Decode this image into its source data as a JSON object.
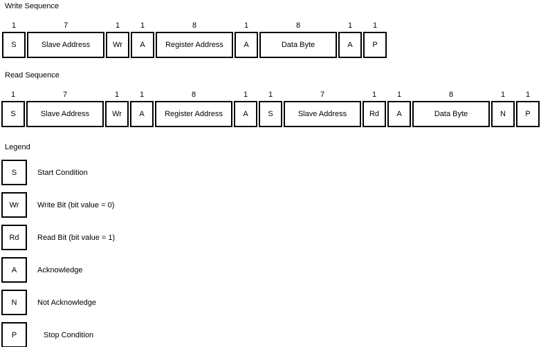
{
  "write_sequence": {
    "title": "Write Sequence",
    "fields": [
      {
        "bits": "1",
        "label": "S"
      },
      {
        "bits": "7",
        "label": "Slave Address"
      },
      {
        "bits": "1",
        "label": "Wr"
      },
      {
        "bits": "1",
        "label": "A"
      },
      {
        "bits": "8",
        "label": "Register Address"
      },
      {
        "bits": "1",
        "label": "A"
      },
      {
        "bits": "8",
        "label": "Data Byte"
      },
      {
        "bits": "1",
        "label": "A"
      },
      {
        "bits": "1",
        "label": "P"
      }
    ]
  },
  "read_sequence": {
    "title": "Read Sequence",
    "fields": [
      {
        "bits": "1",
        "label": "S"
      },
      {
        "bits": "7",
        "label": "Slave Address"
      },
      {
        "bits": "1",
        "label": "Wr"
      },
      {
        "bits": "1",
        "label": "A"
      },
      {
        "bits": "8",
        "label": "Register Address"
      },
      {
        "bits": "1",
        "label": "A"
      },
      {
        "bits": "1",
        "label": "S"
      },
      {
        "bits": "7",
        "label": "Slave Address"
      },
      {
        "bits": "1",
        "label": "Rd"
      },
      {
        "bits": "1",
        "label": "A"
      },
      {
        "bits": "8",
        "label": "Data Byte"
      },
      {
        "bits": "1",
        "label": "N"
      },
      {
        "bits": "1",
        "label": "P"
      }
    ]
  },
  "legend": {
    "title": "Legend",
    "items": [
      {
        "symbol": "S",
        "description": "Start Condition"
      },
      {
        "symbol": "Wr",
        "description": "Write Bit (bit value = 0)"
      },
      {
        "symbol": "Rd",
        "description": "Read Bit (bit value = 1)"
      },
      {
        "symbol": "A",
        "description": "Acknowledge"
      },
      {
        "symbol": "N",
        "description": "Not Acknowledge"
      },
      {
        "symbol": "P",
        "description": "Stop Condition"
      }
    ]
  },
  "colors": {
    "background": "#ffffff",
    "border": "#000000",
    "text": "#000000"
  }
}
